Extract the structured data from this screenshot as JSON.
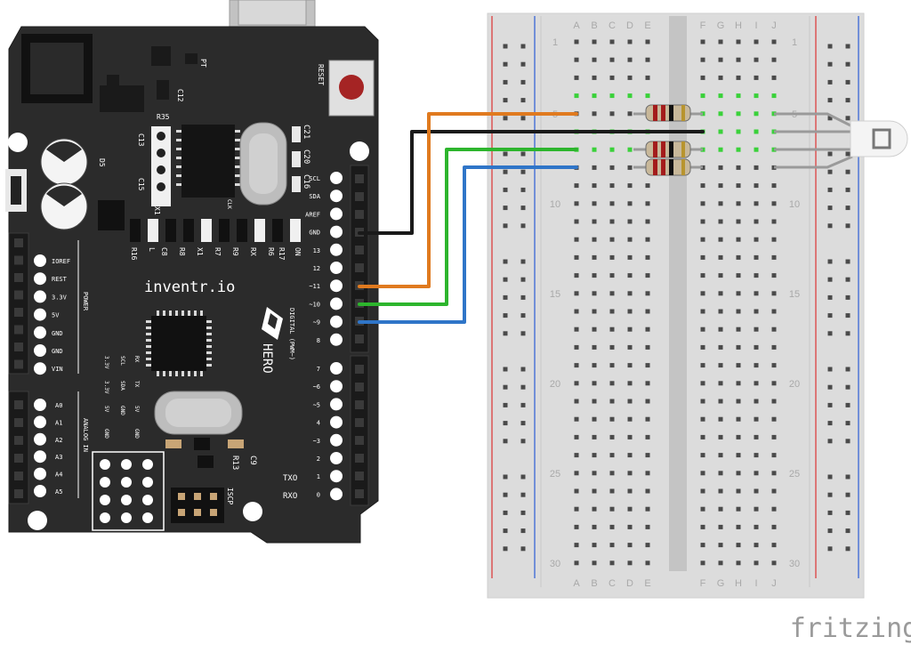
{
  "board": {
    "brand": "inventr.io",
    "logo_text": "HERO",
    "reset_label": "RESET",
    "power_header": "POWER",
    "analog_header": "ANALOG IN",
    "digital_header": "DIGITAL (PWM~)",
    "icsp_label": "ISCP",
    "power_pins": [
      "IOREF",
      "REST",
      "3.3V",
      "5V",
      "GND",
      "GND",
      "VIN"
    ],
    "analog_pins": [
      "A0",
      "A1",
      "A2",
      "A3",
      "A4",
      "A5"
    ],
    "digital_top_pins": [
      "SCL",
      "SDA",
      "AREF",
      "GND",
      "13",
      "12",
      "~11",
      "~10",
      "~9",
      "8"
    ],
    "digital_bottom_pins": [
      "7",
      "~6",
      "~5",
      "4",
      "~3",
      "2",
      "1",
      "0"
    ],
    "tx_label": "TXO",
    "rx_label": "RXO",
    "component_labels": [
      "C13",
      "C15",
      "D5",
      "C12",
      "R35",
      "PT",
      "X1",
      "C21",
      "C20",
      "C16",
      "R16",
      "C8",
      "R8",
      "X1",
      "R7",
      "R9",
      "RX",
      "R6",
      "R17",
      "ON",
      "L",
      "R13",
      "C9",
      "CLK"
    ],
    "header_block_labels": [
      "3.3V",
      "RX",
      "3.3V",
      "SCL",
      "SDA",
      "TX",
      "5V",
      "GND",
      "GND",
      "5V",
      "GND"
    ]
  },
  "breadboard": {
    "columns_left": [
      "A",
      "B",
      "C",
      "D",
      "E"
    ],
    "columns_right": [
      "F",
      "G",
      "H",
      "I",
      "J"
    ],
    "row_numbers": [
      "1",
      "5",
      "10",
      "15",
      "20",
      "25",
      "30"
    ]
  },
  "wires": [
    {
      "from": "GND",
      "color": "#1a1a1a"
    },
    {
      "from": "~11",
      "color": "#e07a1f"
    },
    {
      "from": "~10",
      "color": "#2db52d"
    },
    {
      "from": "~9",
      "color": "#2f75c8"
    }
  ],
  "components": {
    "resistors": 3,
    "led": "RGB LED"
  },
  "watermark": "fritzing"
}
